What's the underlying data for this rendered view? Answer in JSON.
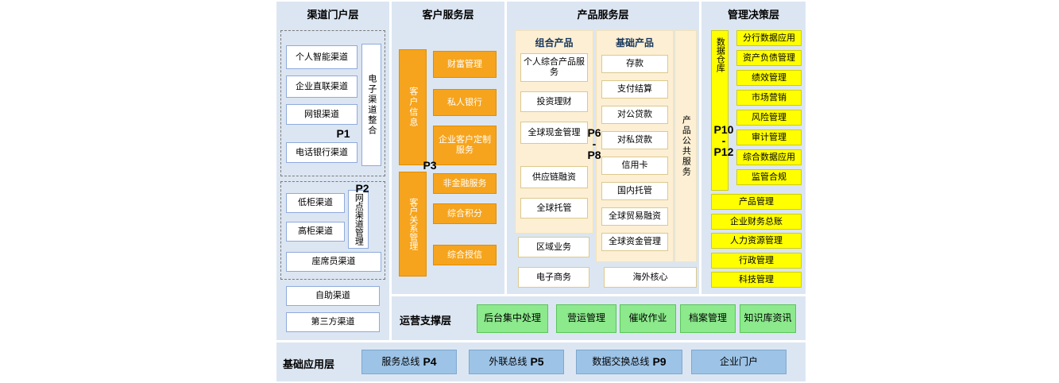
{
  "colors": {
    "panel_bg": "#dce6f2",
    "orange": "#f6a41d",
    "cream": "#fcefd4",
    "yellow": "#ffff00",
    "green": "#8ce98c",
    "blue_box": "#9dc3e6"
  },
  "layers": {
    "channel": {
      "title": "渠道门户层",
      "group1": {
        "p": "P1",
        "items": [
          "个人智能渠道",
          "企业直联渠道",
          "网银渠道",
          "电话银行渠道"
        ],
        "side": "电子渠道整合"
      },
      "group2": {
        "p": "P2",
        "items": [
          "低柜渠道",
          "高柜渠道"
        ],
        "side": "网点渠道管理",
        "bottom": "座席员渠道"
      },
      "extras": [
        "自助渠道",
        "第三方渠道"
      ]
    },
    "customer": {
      "title": "客户服务层",
      "p": "P3",
      "bar1": "客户信息",
      "bar1_items": [
        "财富管理",
        "私人银行",
        "企业客户定制服务"
      ],
      "bar2": "客户关系管理",
      "bar2_items": [
        "非金融服务",
        "综合积分",
        "综合授信"
      ]
    },
    "product": {
      "title": "产品服务层",
      "p_top": "P6",
      "p_dash": "-",
      "p_bottom": "P8",
      "combo": {
        "title": "组合产品",
        "items": [
          "个人综合产品服务",
          "投资理财",
          "全球现金管理",
          "供应链融资",
          "全球托管"
        ]
      },
      "basic": {
        "title": "基础产品",
        "items": [
          "存款",
          "支付结算",
          "对公贷款",
          "对私贷款",
          "信用卡",
          "国内托管",
          "全球贸易融资",
          "全球资金管理"
        ]
      },
      "public_bar": "产品公共服务",
      "bottom_items": [
        "区域业务",
        "电子商务"
      ],
      "overseas": "海外核心"
    },
    "management": {
      "title": "管理决策层",
      "warehouse": "数据仓库",
      "p_top": "P10",
      "p_dash": "-",
      "p_bottom": "P12",
      "items": [
        "分行数据应用",
        "资产负债管理",
        "绩效管理",
        "市场营销",
        "风险管理",
        "审计管理",
        "综合数据应用",
        "监管合规"
      ],
      "wide_items": [
        "产品管理",
        "企业财务总账",
        "人力资源管理",
        "行政管理",
        "科技管理"
      ]
    },
    "operations": {
      "title": "运营支撑层",
      "items": [
        "后台集中处理",
        "营运管理",
        "催收作业",
        "档案管理",
        "知识库资讯"
      ]
    },
    "foundation": {
      "title": "基础应用层",
      "items": [
        {
          "label": "服务总线",
          "p": "P4"
        },
        {
          "label": "外联总线",
          "p": "P5"
        },
        {
          "label": "数据交换总线",
          "p": "P9"
        },
        {
          "label": "企业门户",
          "p": ""
        }
      ]
    }
  }
}
